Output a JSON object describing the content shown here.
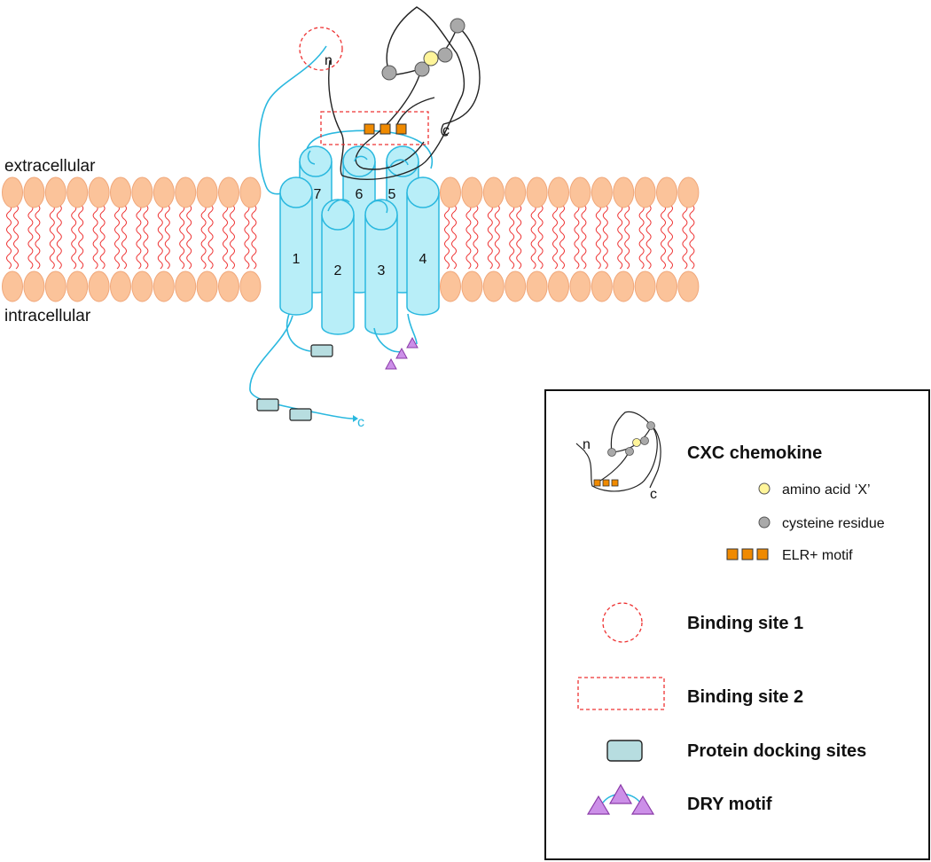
{
  "labels": {
    "extracellular": "extracellular",
    "intracellular": "intracellular"
  },
  "helices": [
    "1",
    "2",
    "3",
    "4",
    "5",
    "6",
    "7"
  ],
  "termini": {
    "chemokine_n": "n",
    "chemokine_c": "c",
    "receptor_c": "c"
  },
  "legend": {
    "chemokine_title": "CXC chemokine",
    "amino_acid_x": "amino acid ‘X’",
    "cysteine": "cysteine residue",
    "elr_motif": "ELR+ motif",
    "binding_site_1": "Binding site 1",
    "binding_site_2": "Binding site 2",
    "docking_sites": "Protein docking sites",
    "dry_motif": "DRY motif",
    "icon_n": "n",
    "icon_c": "c"
  },
  "colors": {
    "helix_fill": "#b8eef8",
    "helix_stroke": "#2ab8df",
    "lipid_head": "#fbc39a",
    "lipid_head_stroke": "#f0a77a",
    "lipid_tail": "#ee3333",
    "binding_site": "#ee3333",
    "elr": "#f08a00",
    "cysteine": "#a9a9a9",
    "amino_acid_x": "#fff59a",
    "docking": "#b7dde0",
    "dry": "#cc8fe8",
    "chemokine_line": "#222222"
  }
}
